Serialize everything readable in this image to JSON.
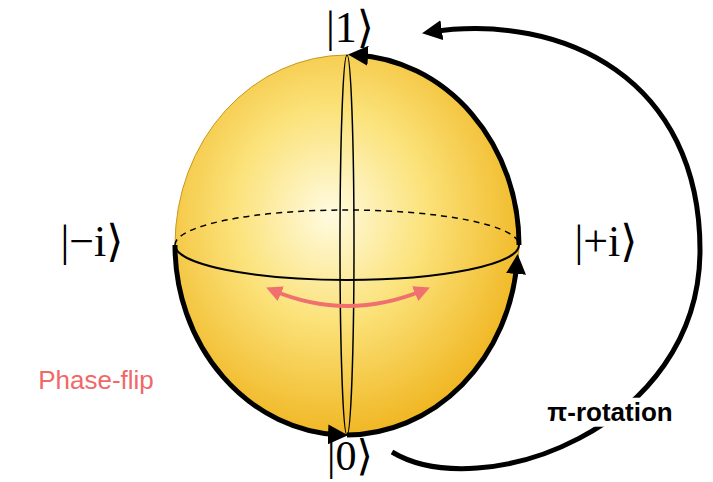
{
  "diagram": {
    "labels": [
      "|1⟩",
      "|−i⟩",
      "|+i⟩",
      "|0⟩",
      "Phase-flip",
      "π-rotation"
    ]
  }
}
